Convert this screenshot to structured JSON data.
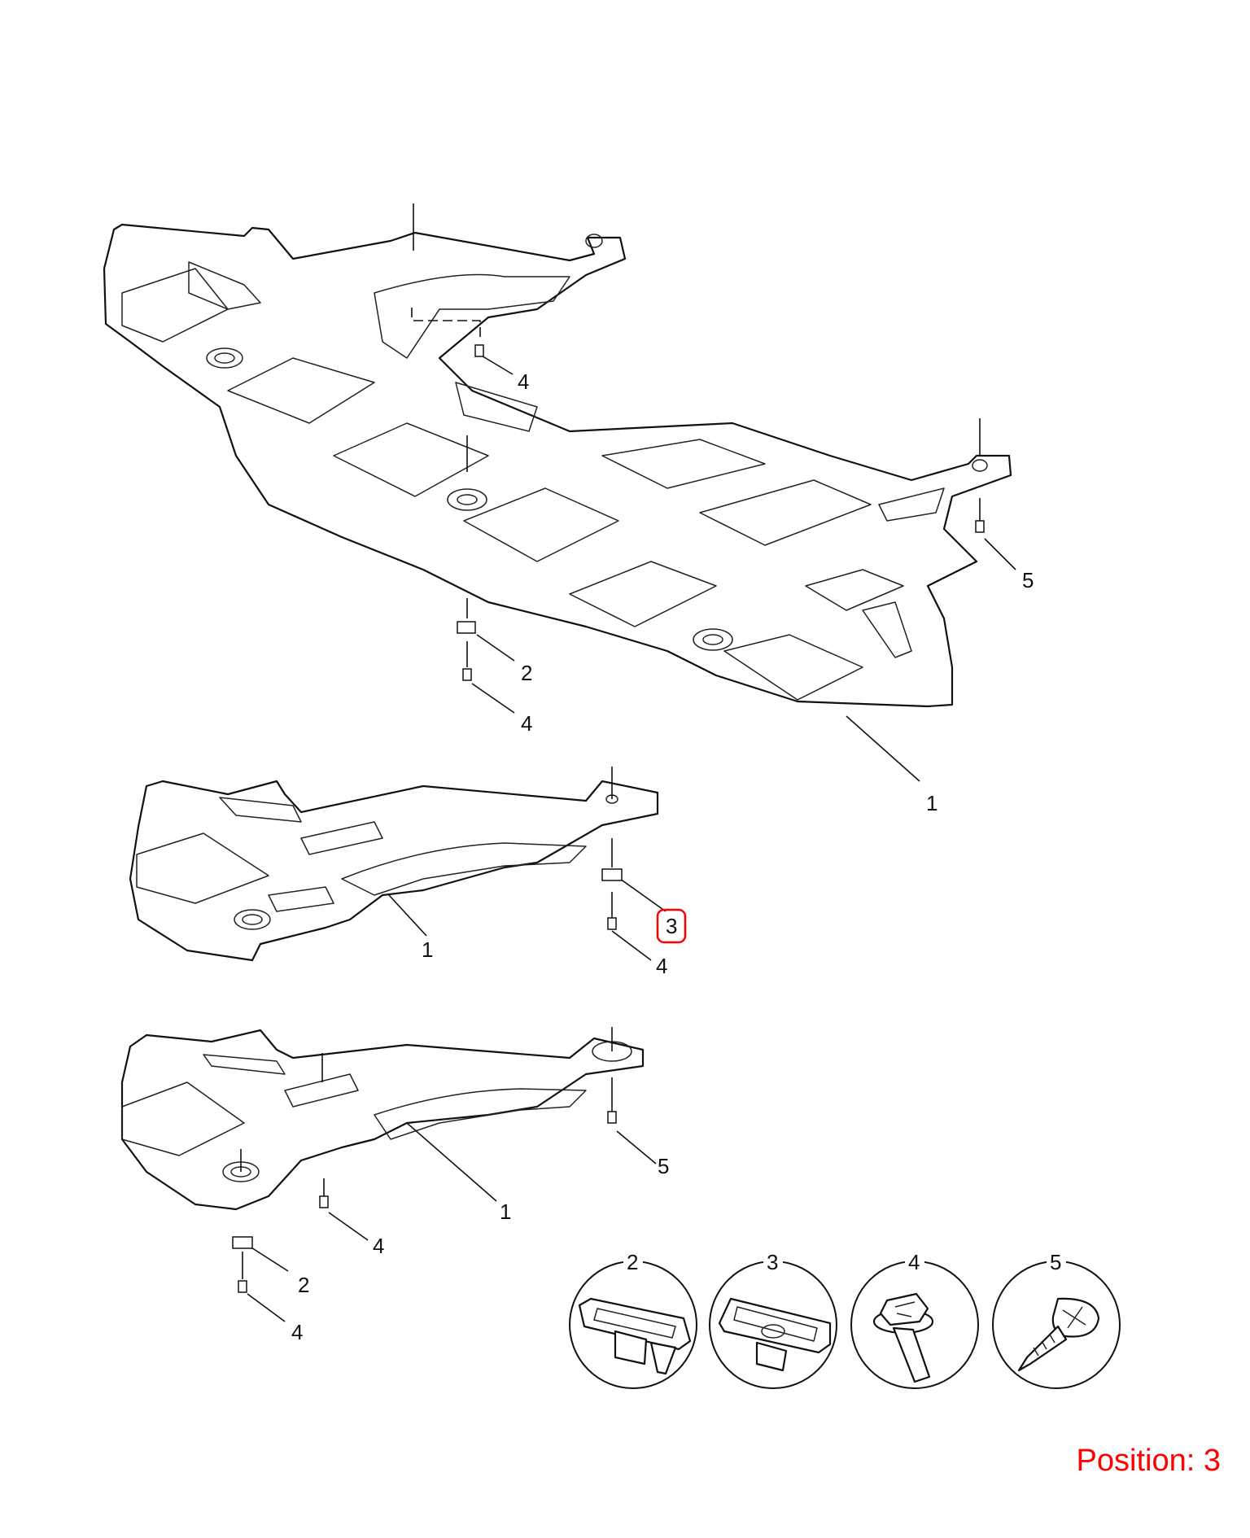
{
  "accent_color": "#ff0000",
  "position_label": "Position: 3",
  "callouts": {
    "top_panel_screw_upper": "4",
    "top_panel_screw_right": "5",
    "top_panel_nut": "2",
    "top_panel_screw_lower": "4",
    "top_panel_label": "1",
    "mid_panel_nut": "3",
    "mid_panel_screw": "4",
    "mid_panel_label": "1",
    "bottom_panel_screw_right": "5",
    "bottom_panel_label": "1",
    "bottom_panel_screw": "4",
    "bottom_panel_nut": "2",
    "bottom_panel_screw_lower": "4"
  },
  "legend": [
    {
      "number": "2",
      "icon": "u-nut-clip-icon"
    },
    {
      "number": "3",
      "icon": "u-nut-clip-icon"
    },
    {
      "number": "4",
      "icon": "washer-bolt-icon"
    },
    {
      "number": "5",
      "icon": "tapping-screw-icon"
    }
  ],
  "highlight": {
    "callout": "mid_panel_nut",
    "color": "#ff0000"
  }
}
